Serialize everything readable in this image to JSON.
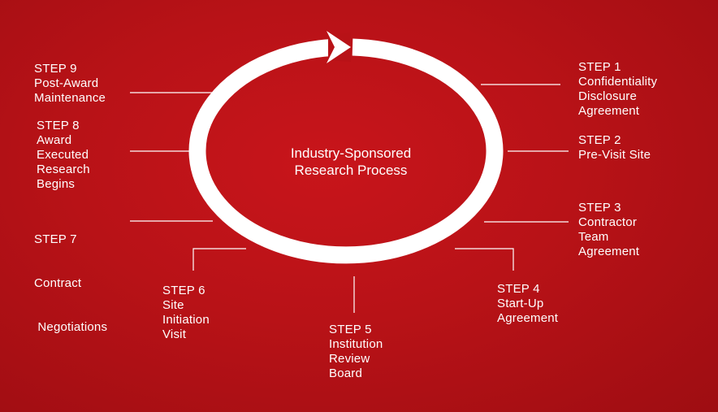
{
  "center": {
    "line1": "Industry-Sponsored",
    "line2": "Research Process"
  },
  "steps": [
    {
      "step": "STEP 1",
      "lines": [
        "Confidentiality",
        "Disclosure",
        "Agreement"
      ]
    },
    {
      "step": "STEP 2",
      "lines": [
        "Pre-Visit Site"
      ]
    },
    {
      "step": "STEP 3",
      "lines": [
        "Contractor",
        "Team",
        "Agreement"
      ]
    },
    {
      "step": "STEP 4",
      "lines": [
        "Start-Up",
        "Agreement"
      ]
    },
    {
      "step": "STEP 5",
      "lines": [
        "Institution",
        "Review",
        "Board"
      ]
    },
    {
      "step": "STEP 6",
      "lines": [
        "Site",
        "Initiation",
        "Visit"
      ]
    },
    {
      "step": "STEP 7",
      "lines": [
        "Contract",
        " Negotiations"
      ]
    },
    {
      "step": "STEP 8",
      "lines": [
        "Award",
        "Executed",
        "Research",
        "Begins"
      ]
    },
    {
      "step": "STEP 9",
      "lines": [
        "Post-Award",
        "Maintenance"
      ]
    }
  ],
  "colors": {
    "background": "#b81217",
    "foreground": "#ffffff"
  }
}
